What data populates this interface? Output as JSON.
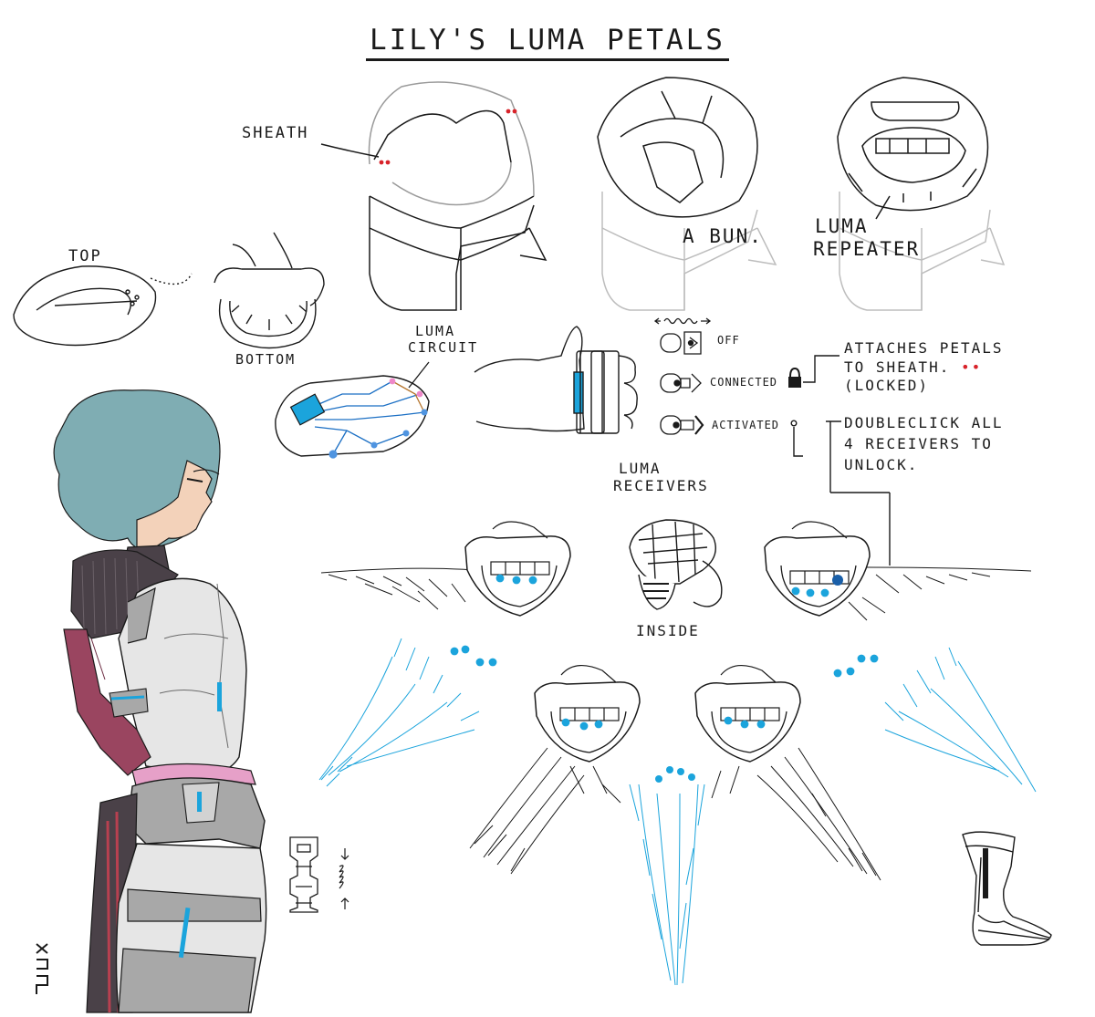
{
  "title": "LILY'S LUMA PETALS",
  "labels": {
    "sheath": "SHEATH",
    "a_bun": "A BUN.",
    "luma_repeater_1": "LUMA",
    "luma_repeater_2": "REPEATER",
    "top": "TOP",
    "bottom": "BOTTOM",
    "luma_circuit_1": "LUMA",
    "luma_circuit_2": "CIRCUIT",
    "state_off": "OFF",
    "state_connected": "CONNECTED",
    "state_activated": "ACTIVATED",
    "attaches_1": "ATTACHES PETALS",
    "attaches_2": "TO SHEATH.",
    "attaches_3": "(LOCKED)",
    "doubleclick_1": "DOUBLECLICK ALL",
    "doubleclick_2": "4 RECEIVERS TO",
    "doubleclick_3": "UNLOCK.",
    "luma_receivers_1": "LUMA",
    "luma_receivers_2": "RECEIVERS",
    "inside": "INSIDE"
  },
  "colors": {
    "ink": "#1a1a1a",
    "sketch_gray": "#b8b8b8",
    "luma_blue": "#1ba4dc",
    "indicator_red": "#d8232a",
    "hair_teal": "#7fadb3",
    "suit_maroon": "#9a4560",
    "suit_dark": "#4a4148",
    "armor_light": "#e6e6e6",
    "armor_mid": "#a8a8a8"
  },
  "icons": [
    "lock-icon",
    "spring-icon",
    "arrow-icon"
  ]
}
